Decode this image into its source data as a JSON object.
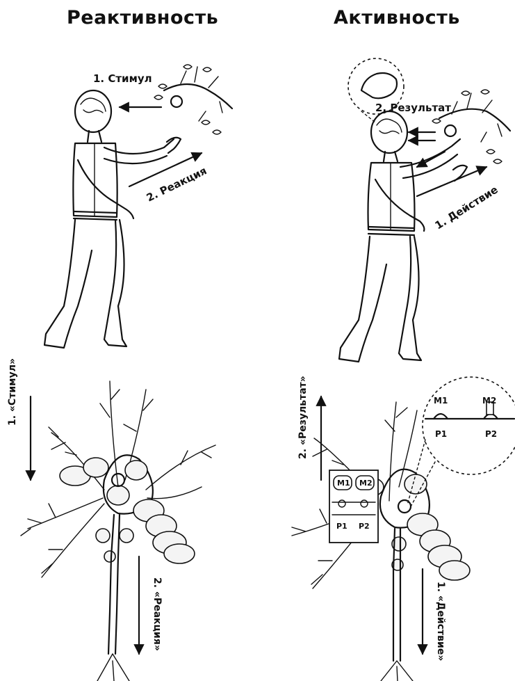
{
  "titles": {
    "left": "Реактивность",
    "right": "Активность"
  },
  "top_left": {
    "stimulus": "1. Стимул",
    "reaction": "2. Реакция"
  },
  "top_right": {
    "result": "2. Результат",
    "action": "1. Действие"
  },
  "bottom_left": {
    "stimulus": "1. «Стимул»",
    "reaction": "2. «Реакция»"
  },
  "bottom_right": {
    "result": "2. «Результат»",
    "action": "1. «Действие»",
    "box_m1": "M1",
    "box_m2": "M2",
    "box_p1": "P1",
    "box_p2": "P2",
    "zoom_m1": "M1",
    "zoom_m2": "M2",
    "zoom_p1": "P1",
    "zoom_p2": "P2"
  }
}
